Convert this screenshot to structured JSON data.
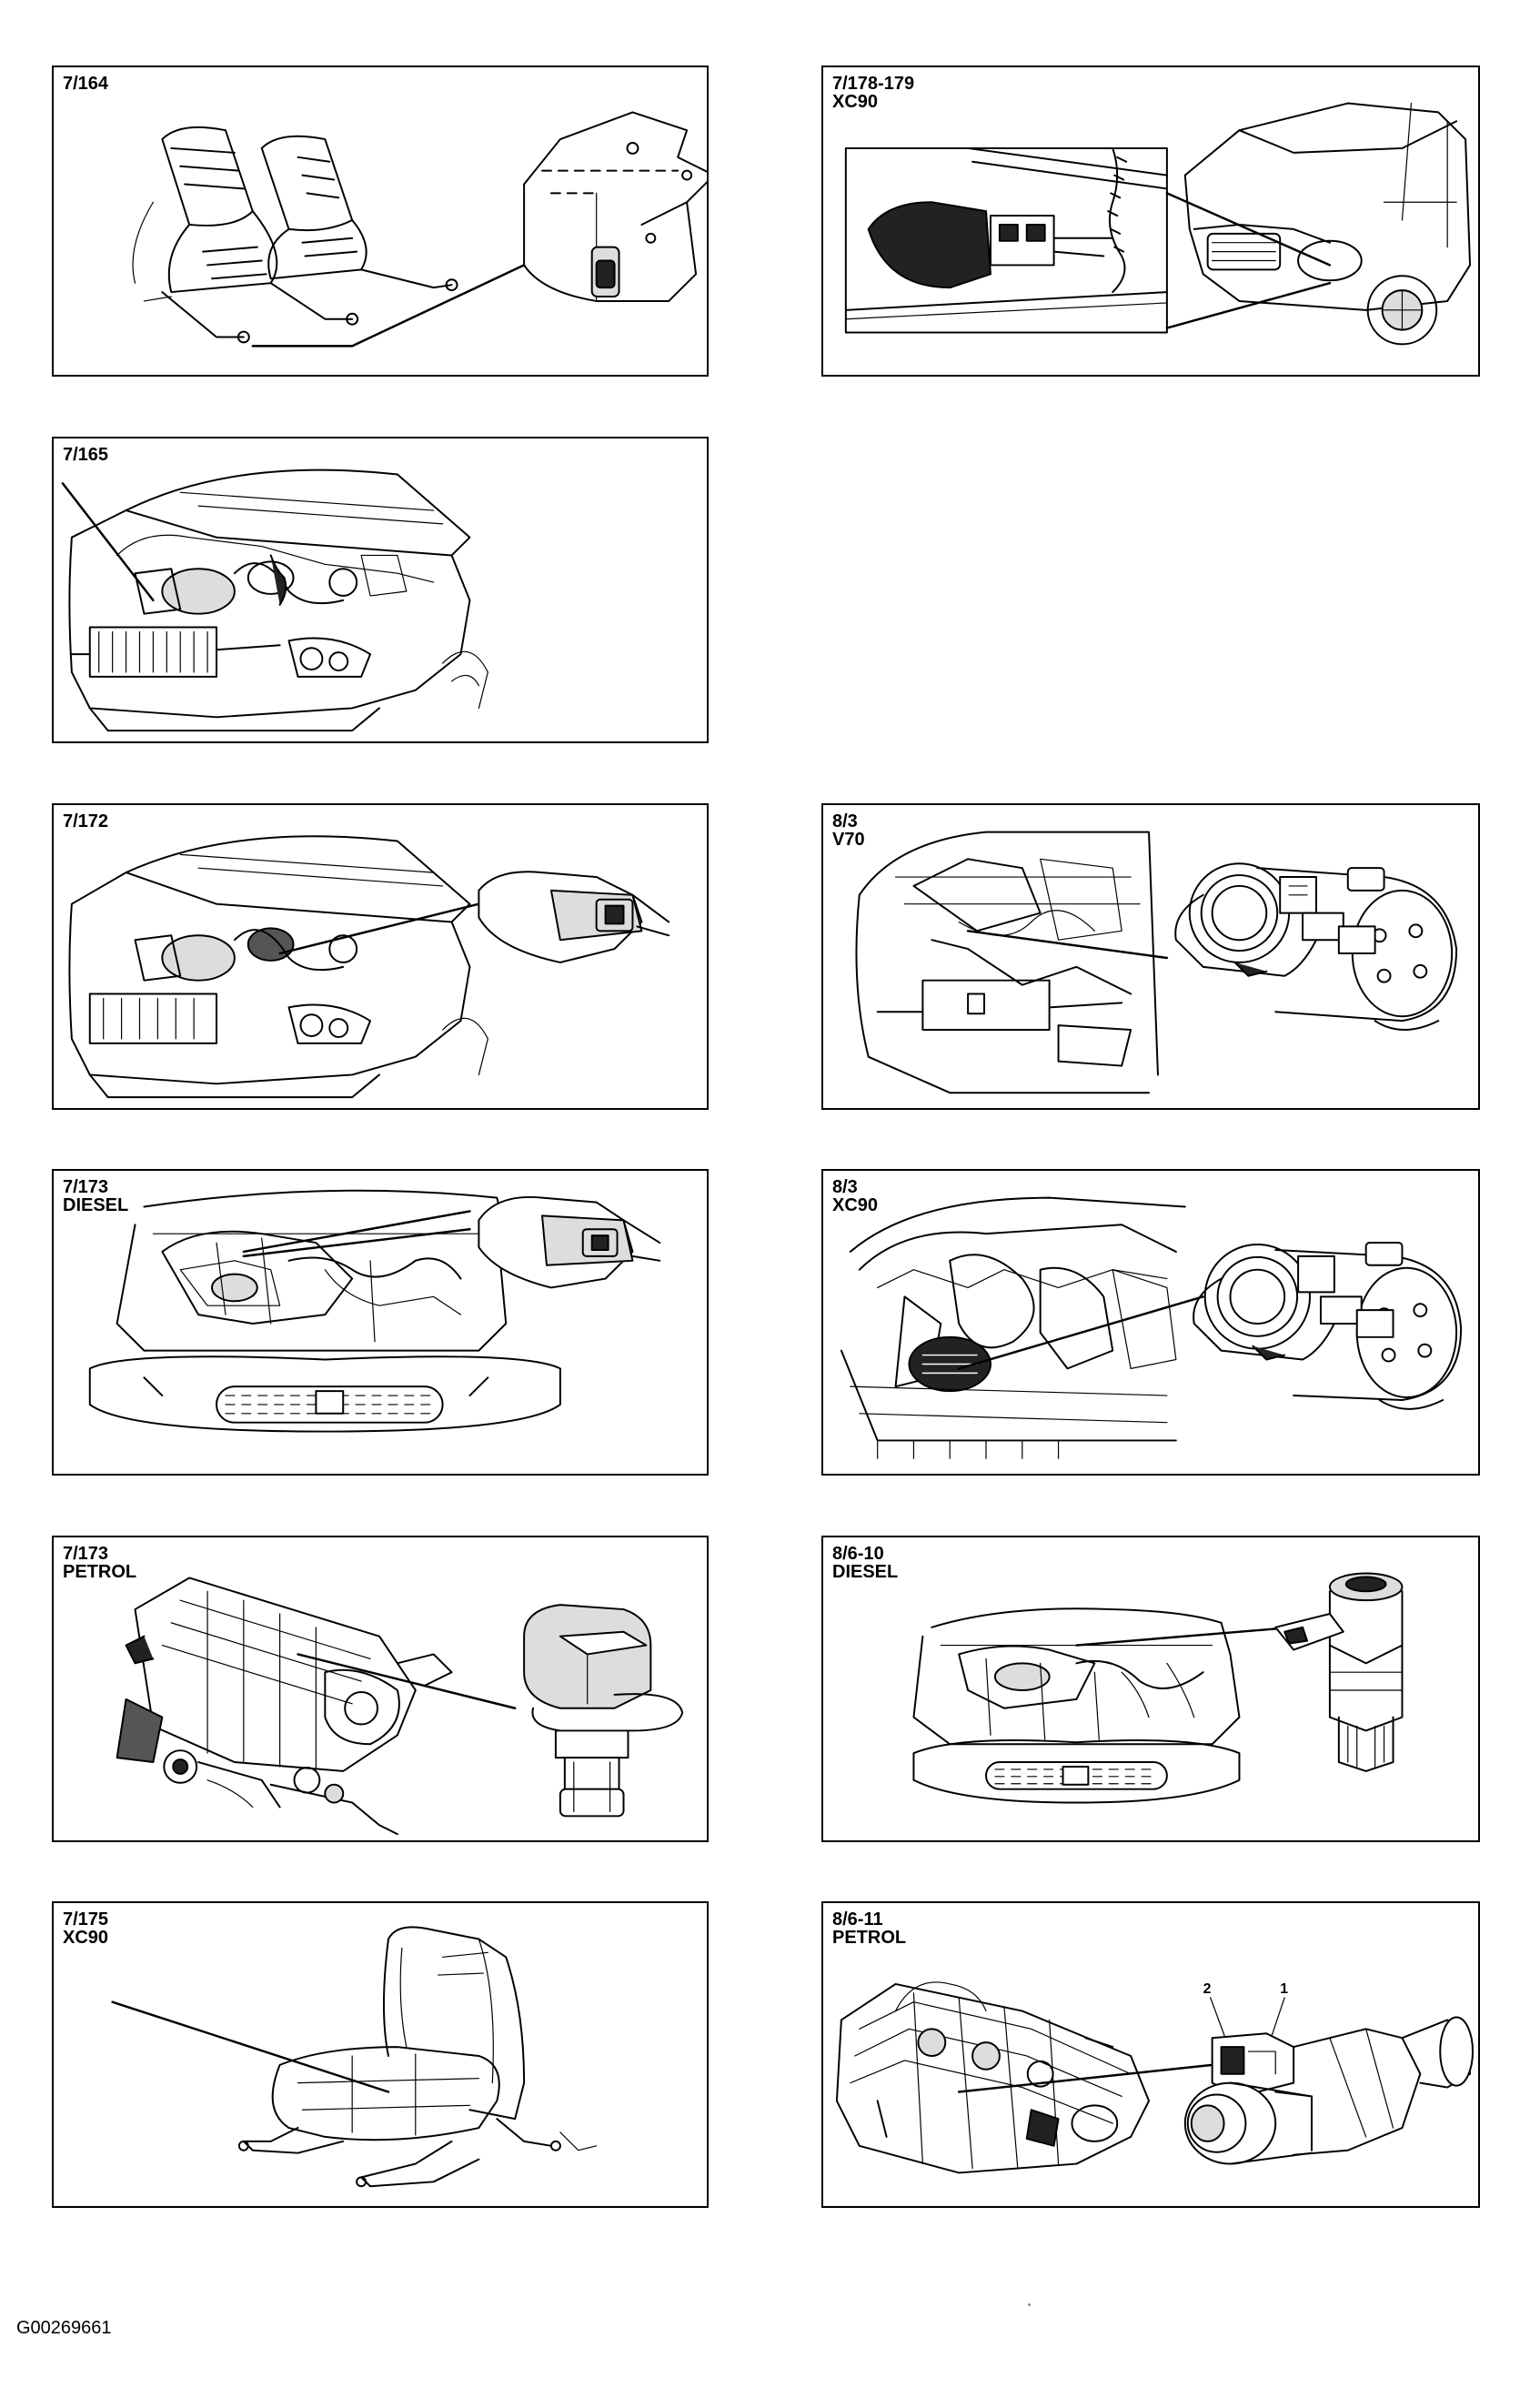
{
  "panels": [
    {
      "id": "p-7-164",
      "label_lines": [
        "7/164"
      ],
      "subject": "seat-with-control-module-icon"
    },
    {
      "id": "p-7-178",
      "label_lines": [
        "7/178-179",
        "XC90"
      ],
      "subject": "front-bumper-connector-icon"
    },
    {
      "id": "p-7-165",
      "label_lines": [
        "7/165"
      ],
      "subject": "engine-bay-icon"
    },
    {
      "id": "p-7-172",
      "label_lines": [
        "7/172"
      ],
      "subject": "engine-bay-connector-icon"
    },
    {
      "id": "p-8-3-v70",
      "label_lines": [
        "8/3",
        "V70"
      ],
      "subject": "ac-compressor-icon"
    },
    {
      "id": "p-7-173-diesel",
      "label_lines": [
        "7/173",
        "DIESEL"
      ],
      "subject": "diesel-engine-bay-connector-icon"
    },
    {
      "id": "p-8-3-xc90",
      "label_lines": [
        "8/3",
        "XC90"
      ],
      "subject": "ac-compressor-icon"
    },
    {
      "id": "p-7-173-petrol",
      "label_lines": [
        "7/173",
        "PETROL"
      ],
      "subject": "camshaft-sensor-icon"
    },
    {
      "id": "p-8-6-10",
      "label_lines": [
        "8/6-10",
        "DIESEL"
      ],
      "subject": "fuel-sensor-icon"
    },
    {
      "id": "p-7-175",
      "label_lines": [
        "7/175",
        "XC90"
      ],
      "subject": "seat-icon"
    },
    {
      "id": "p-8-6-11",
      "label_lines": [
        "8/6-11",
        "PETROL"
      ],
      "subject": "fuel-injector-icon",
      "callouts": [
        "2",
        "1"
      ]
    }
  ],
  "footer": {
    "image_id": "G00269661"
  }
}
